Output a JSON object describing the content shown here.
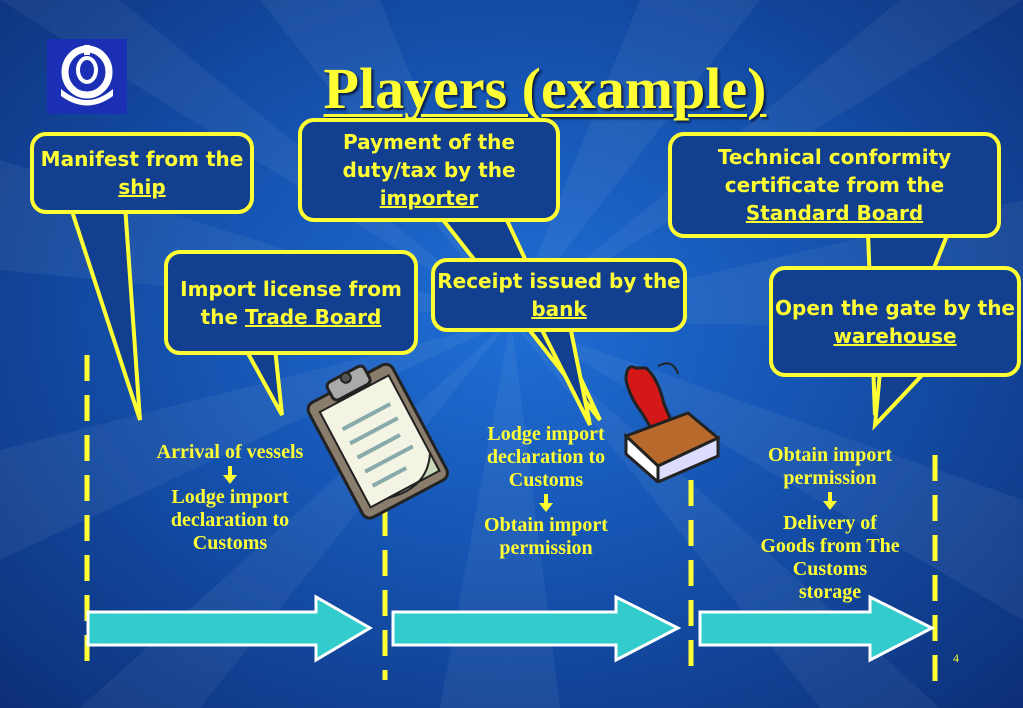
{
  "title": "Players (example)",
  "callouts": {
    "manifest": {
      "text": "Manifest from the ",
      "link": "ship"
    },
    "payment": {
      "text": "Payment of the duty/tax by the ",
      "link": "importer"
    },
    "technical": {
      "text": "Technical conformity certificate from the ",
      "link": "Standard Board"
    },
    "import_license": {
      "text": "Import license from the ",
      "link": "Trade Board"
    },
    "receipt": {
      "text": "Receipt issued by the ",
      "link": "bank"
    },
    "gate": {
      "text": "Open the gate by the ",
      "link": "warehouse"
    }
  },
  "stages": [
    {
      "top": "Arrival of vessels",
      "bottom": "Lodge import declaration to Customs"
    },
    {
      "top": "Lodge import declaration to Customs",
      "bottom": "Obtain import permission"
    },
    {
      "top": "Obtain import permission",
      "bottom": "Delivery of Goods from The Customs storage"
    }
  ],
  "page_number": "4",
  "colors": {
    "accent": "#ffff33",
    "arrow_fill": "#33cccc",
    "bubble_bg": "#123f8f"
  }
}
